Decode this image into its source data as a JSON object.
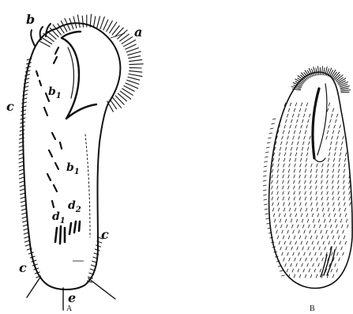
{
  "figure": {
    "panels": [
      {
        "id": "A",
        "caption": "A",
        "labels": [
          "a",
          "b",
          "b1",
          "b1",
          "c",
          "c",
          "c",
          "d1",
          "d2",
          "e"
        ]
      },
      {
        "id": "B",
        "caption": "B",
        "labels": []
      }
    ],
    "ink_color": "#111111",
    "background_color": "#ffffff"
  }
}
